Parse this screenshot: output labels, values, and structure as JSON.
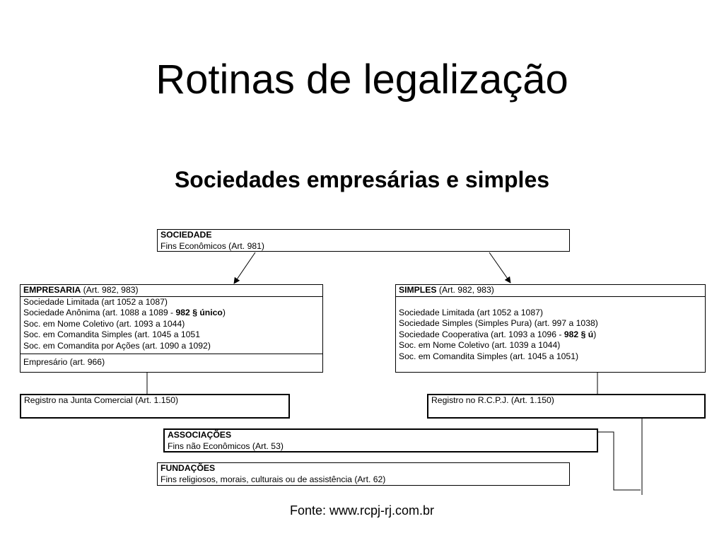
{
  "slide": {
    "title": "Rotinas de legalização",
    "subtitle": "Sociedades empresárias e simples",
    "source": "Fonte: www.rcpj-rj.com.br"
  },
  "diagram": {
    "sociedade": {
      "heading": "SOCIEDADE",
      "line": "Fins Econômicos (Art. 981)"
    },
    "empresaria": {
      "heading": "EMPRESARIA",
      "heading_ref": " (Art. 982, 983)",
      "items": [
        "Sociedade Limitada (art 1052 a 1087)",
        "Sociedade Anônima (art. 1088 a 1089 - ",
        "Soc. em Nome Coletivo (art. 1093 a 1044)",
        "Soc. em Comandita Simples (art. 1045 a 1051",
        "Soc. em Comandita por Ações (art. 1090 a 1092)"
      ],
      "item2_bold": "982 § único",
      "item2_end": ")",
      "footer": "Empresário (art. 966)"
    },
    "simples": {
      "heading": "SIMPLES",
      "heading_ref": " (Art. 982, 983)",
      "items": [
        "Sociedade Limitada (art 1052 a 1087)",
        "Sociedade Simples (Simples Pura) (art. 997 a 1038)",
        "Soc. em Nome Coletivo (art. 1039 a 1044)",
        "Soc. em Comandita Simples (art. 1045 a 1051)"
      ],
      "cooperativa": {
        "words": [
          "Sociedade",
          "Cooperativa",
          "(art.",
          "1093",
          "a",
          "1096",
          "-"
        ],
        "bold_a": "982",
        "bold_b": "§",
        "bold_c": "ú",
        "end": ")"
      }
    },
    "registro_junta": "Registro na Junta Comercial (Art. 1.150)",
    "registro_rcpj": "Registro no R.C.P.J. (Art. 1.150)",
    "associacoes": {
      "heading": "ASSOCIAÇÕES",
      "line": "Fins não Econômicos (Art. 53)"
    },
    "fundacoes": {
      "heading": "FUNDAÇÕES",
      "line": "Fins religiosos, morais, culturais ou de assistência (Art. 62)"
    }
  }
}
